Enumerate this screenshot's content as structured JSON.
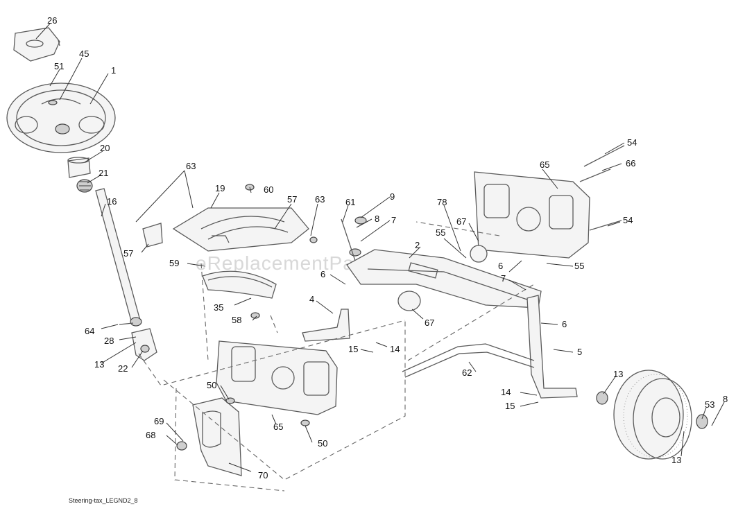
{
  "caption": "Steering-tax_LEGND2_8",
  "watermark": "eReplacementParts.com",
  "callouts": {
    "c26": "26",
    "c45": "45",
    "c51": "51",
    "c1": "1",
    "c20": "20",
    "c21": "21",
    "c16": "16",
    "c63a": "63",
    "c19": "19",
    "c60": "60",
    "c57a": "57",
    "c63b": "63",
    "c61": "61",
    "c9": "9",
    "c8a": "8",
    "c7a": "7",
    "c78": "78",
    "c67a": "67",
    "c55a": "55",
    "c2": "2",
    "c65a": "65",
    "c66": "66",
    "c54a": "54",
    "c54b": "54",
    "c55b": "55",
    "c57b": "57",
    "c59": "59",
    "c6a": "6",
    "c6b": "6",
    "c7b": "7",
    "c35": "35",
    "c58": "58",
    "c4": "4",
    "c67b": "67",
    "c6c": "6",
    "c64": "64",
    "c28": "28",
    "c13a": "13",
    "c22": "22",
    "c15a": "15",
    "c14a": "14",
    "c5": "5",
    "c62": "62",
    "c13b": "13",
    "c50a": "50",
    "c14b": "14",
    "c15b": "15",
    "c53": "53",
    "c8b": "8",
    "c69": "69",
    "c68": "68",
    "c65b": "65",
    "c50b": "50",
    "c70": "70",
    "c13c": "13"
  }
}
